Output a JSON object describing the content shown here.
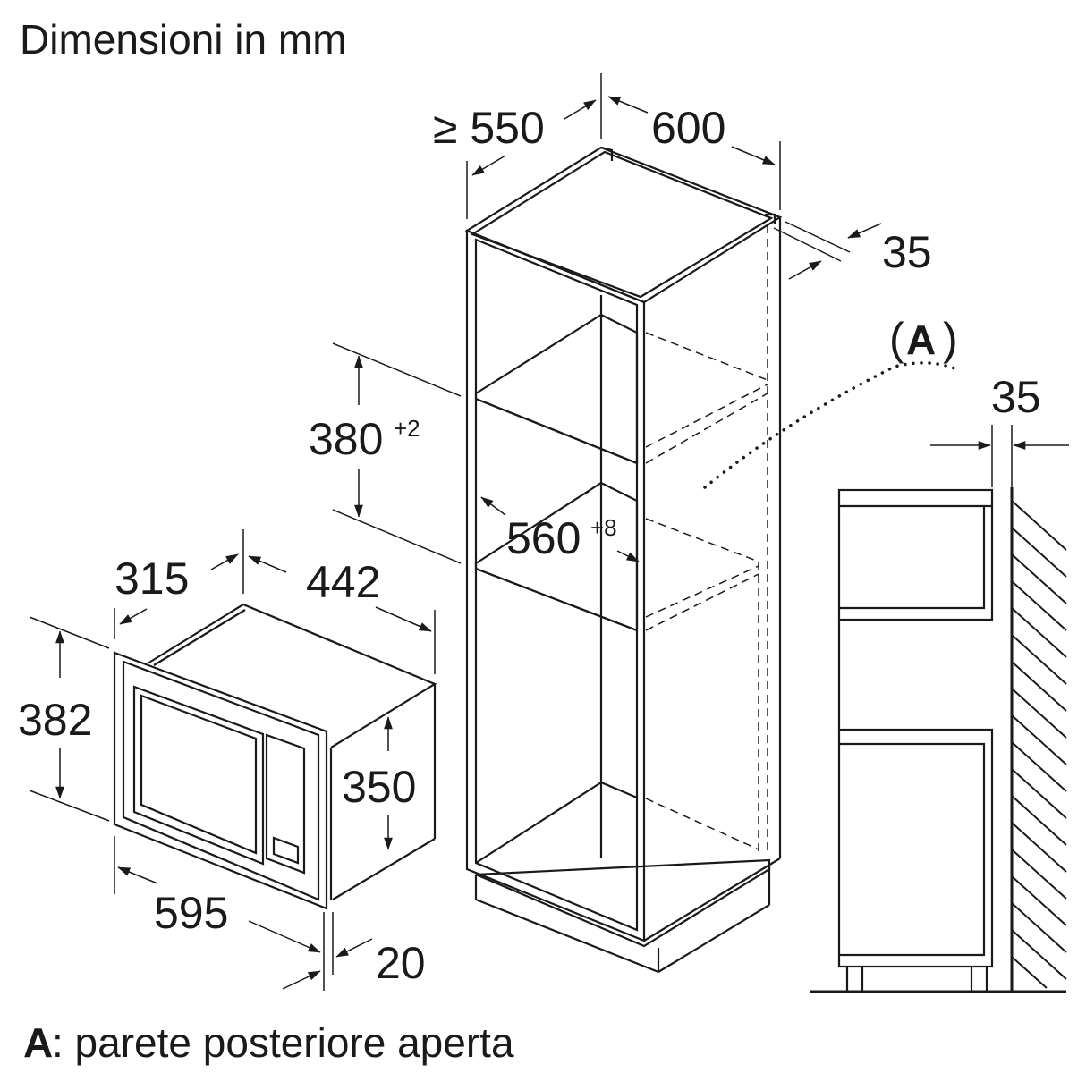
{
  "title": "Dimensioni in mm",
  "footnote": {
    "key": "A",
    "text": ": parete posteriore aperta"
  },
  "callout": {
    "open": "(",
    "key": "A",
    "close": ")"
  },
  "dimensions": {
    "cabinet_depth": "≥ 550",
    "cabinet_width": "600",
    "back_gap": "35",
    "niche_height": "380",
    "niche_height_tol": "+2",
    "niche_width": "560",
    "niche_width_tol": "+8",
    "side_gap": "35",
    "oven_depth": "315",
    "oven_width_body": "442",
    "oven_height_front": "382",
    "oven_height_body": "350",
    "oven_width_front": "595",
    "oven_front_thickness": "20"
  }
}
